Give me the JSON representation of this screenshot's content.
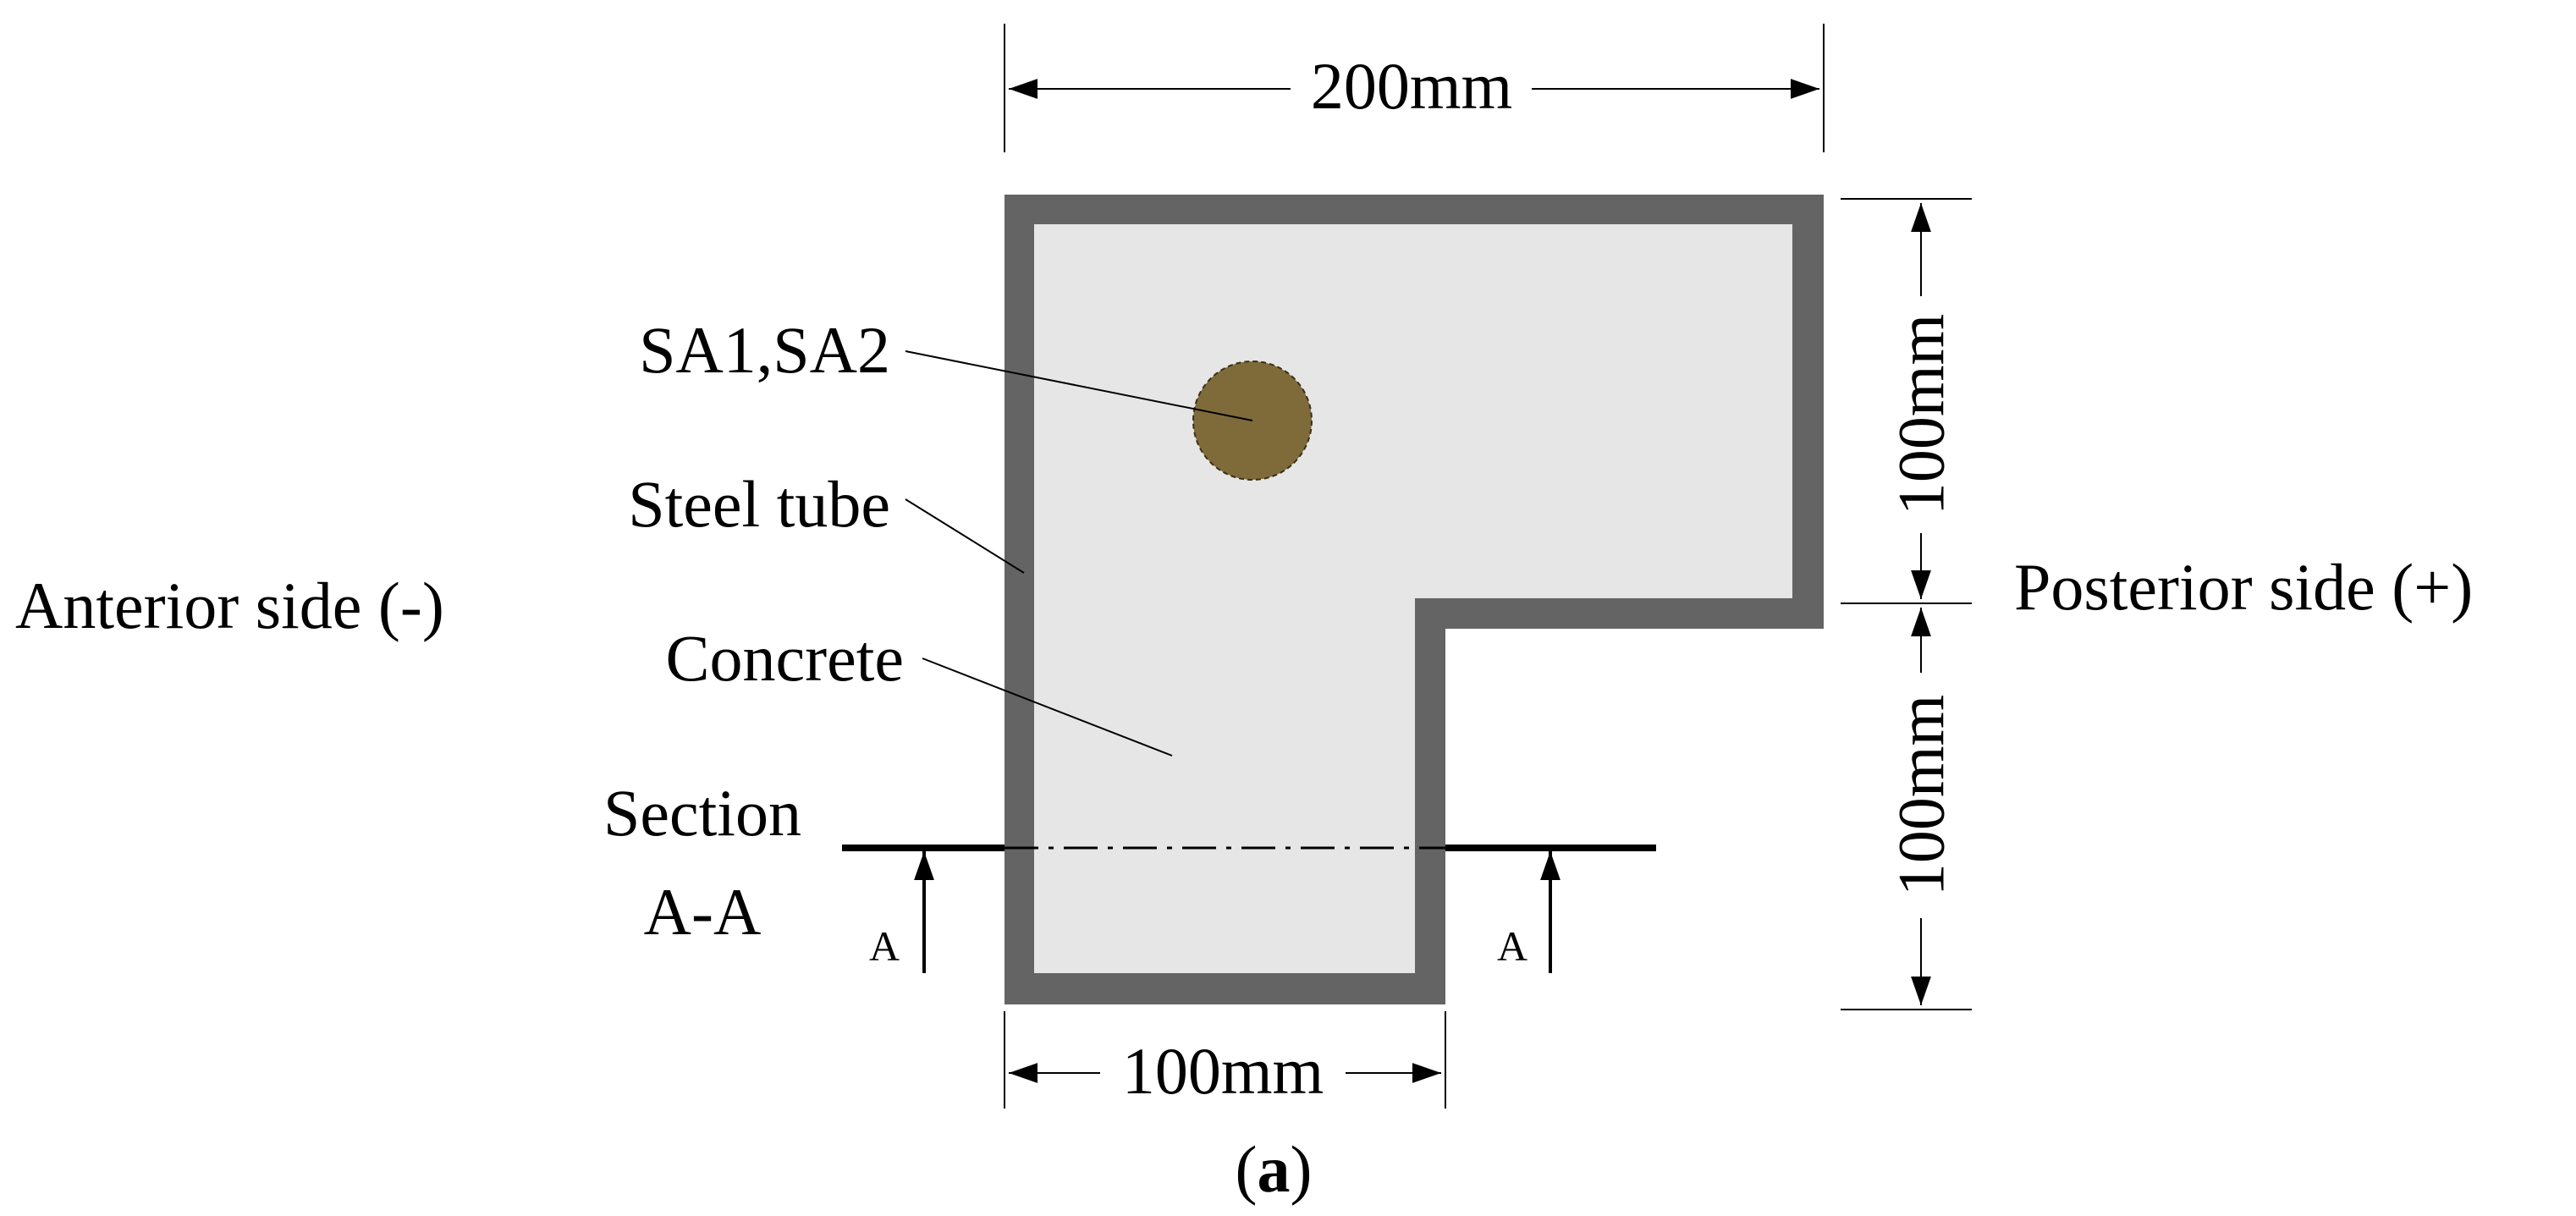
{
  "labels": {
    "sensor": "SA1,SA2",
    "tube": "Steel tube",
    "concrete": "Concrete",
    "section_line1": "Section",
    "section_line2": "A-A",
    "anterior": "Anterior side (-)",
    "posterior": "Posterior side (+)",
    "arrow_left": "A",
    "arrow_right": "A"
  },
  "dimensions": {
    "top_width": "200mm",
    "bottom_width": "100mm",
    "right_upper": "100mm",
    "right_lower": "100mm"
  },
  "caption": {
    "open": "(",
    "letter": "a",
    "close": ")"
  },
  "colors": {
    "steel": "#646464",
    "concrete": "#e6e6e6",
    "sensor": "#7f6b3a",
    "line": "#000000"
  }
}
